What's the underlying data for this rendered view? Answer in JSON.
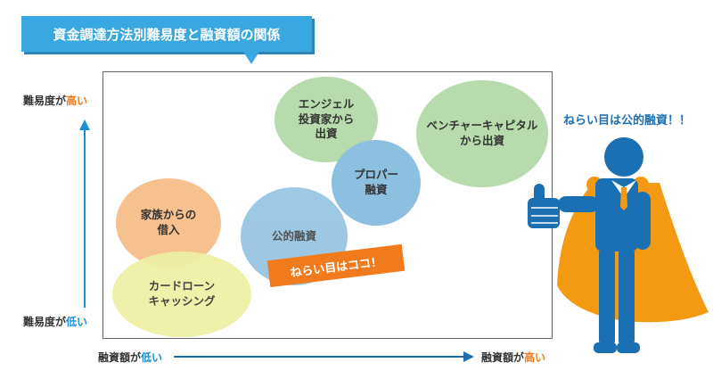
{
  "title": "資金調達方法別難易度と融資額の関係",
  "axes": {
    "y_high_prefix": "難易度が",
    "y_high_word": "高い",
    "y_low_prefix": "難易度が",
    "y_low_word": "低い",
    "x_low_prefix": "融資額が",
    "x_low_word": "低い",
    "x_high_prefix": "融資額が",
    "x_high_word": "高い"
  },
  "bubbles": [
    {
      "id": "angel",
      "label": "エンジェル\n投資家から\n出資"
    },
    {
      "id": "venture",
      "label": "ベンチャーキャピタル\nから出資"
    },
    {
      "id": "proper",
      "label": "プロパー\n融資"
    },
    {
      "id": "family",
      "label": "家族からの\n借入"
    },
    {
      "id": "public",
      "label": "公的融資"
    },
    {
      "id": "card",
      "label": "カードローン\nキャッシング"
    }
  ],
  "badge": "ねらい目はココ！",
  "speech": "ねらい目は公的融資！！",
  "colors": {
    "title_bg": "#3aa8e0",
    "green": "#b7dbad",
    "blue": "#8dbfe0",
    "orange": "#f7c08f",
    "yellow": "#eef0a4",
    "accent_orange": "#f07a1c",
    "accent_blue": "#1b8fd1",
    "figure_blue": "#1b6fb3",
    "cape": "#f39a12"
  }
}
